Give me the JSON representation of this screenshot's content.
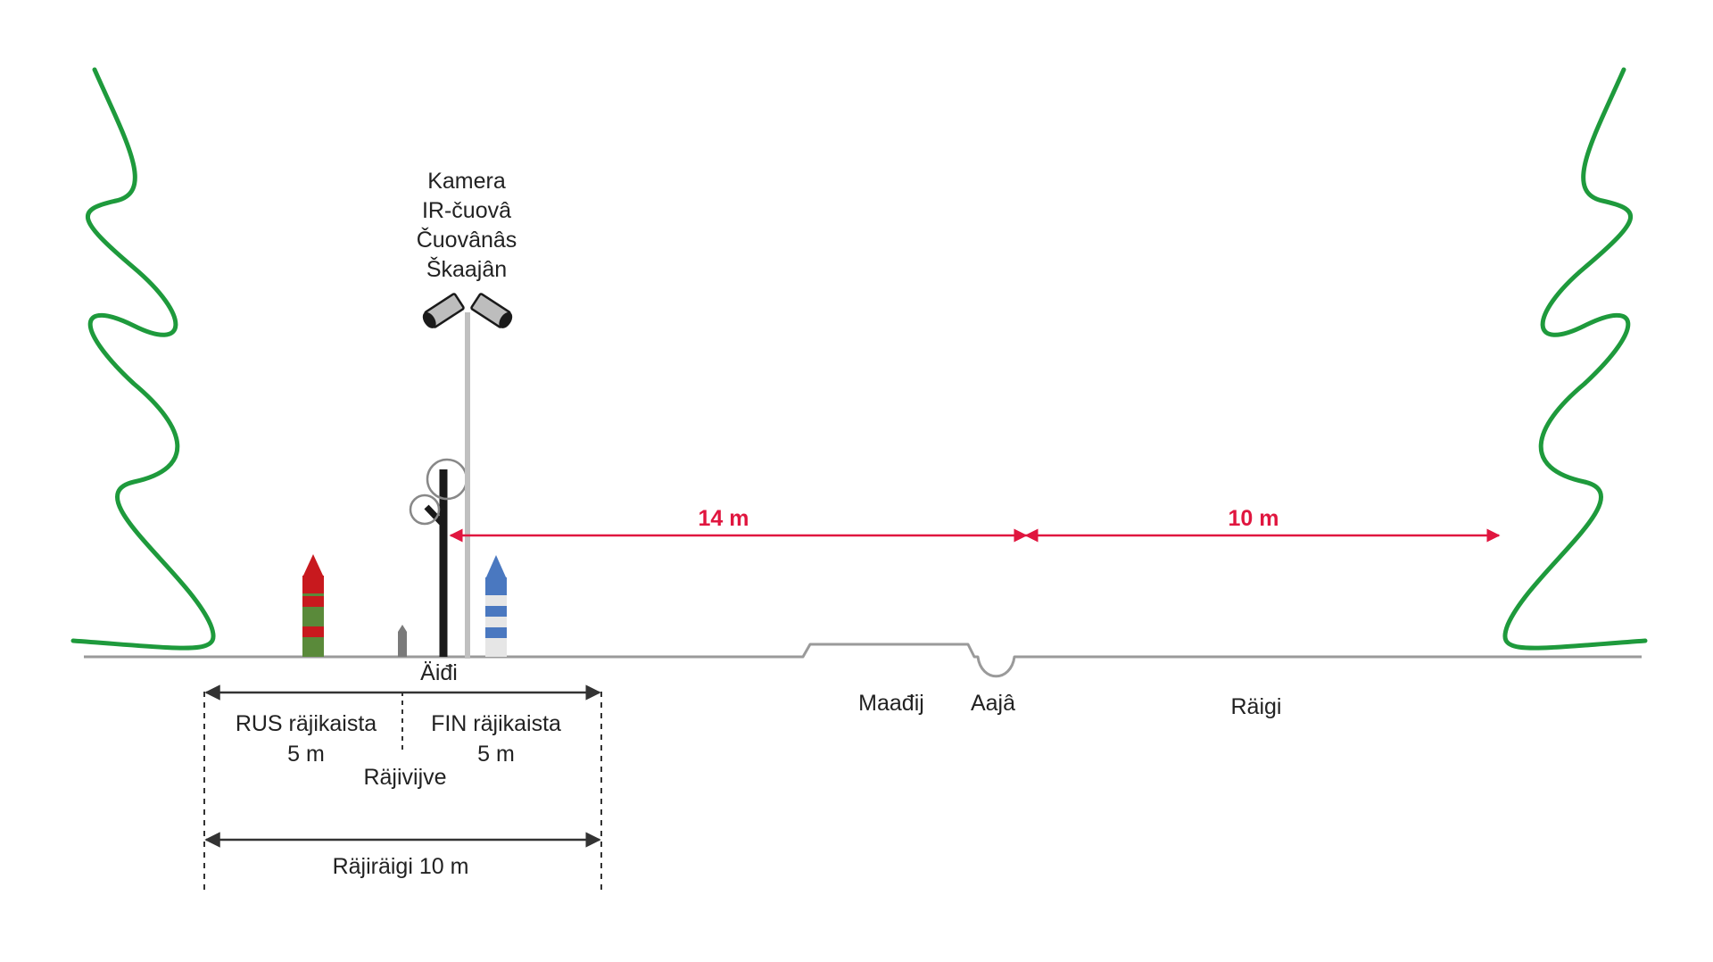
{
  "colors": {
    "tree": "#1e9a3c",
    "ground": "#9a9a9a",
    "dimension_dark": "#333333",
    "dimension_red": "#e0163f",
    "rus_red": "#c8191e",
    "rus_green": "#5a8a3a",
    "fin_blue": "#4a78c0",
    "fin_white": "#e6e6e6",
    "mast": "#c0c0c0",
    "sensor_pole": "#1a1a1a"
  },
  "mast_labels": [
    "Kamera",
    "IR-čuovâ",
    "Čuovânâs",
    "Škaajân"
  ],
  "labels": {
    "border_line": "Äiđi",
    "rus_zone": "RUS räjikaista",
    "rus_width": "5 m",
    "fin_zone": "FIN räjikaista",
    "fin_width": "5 m",
    "border_line_name": "Räjivijve",
    "total_zone": "Räjiräigi 10 m",
    "road": "Maađij",
    "ditch": "Aajâ",
    "clearing": "Räigi"
  },
  "distances": {
    "first": "14 m",
    "second": "10 m"
  }
}
